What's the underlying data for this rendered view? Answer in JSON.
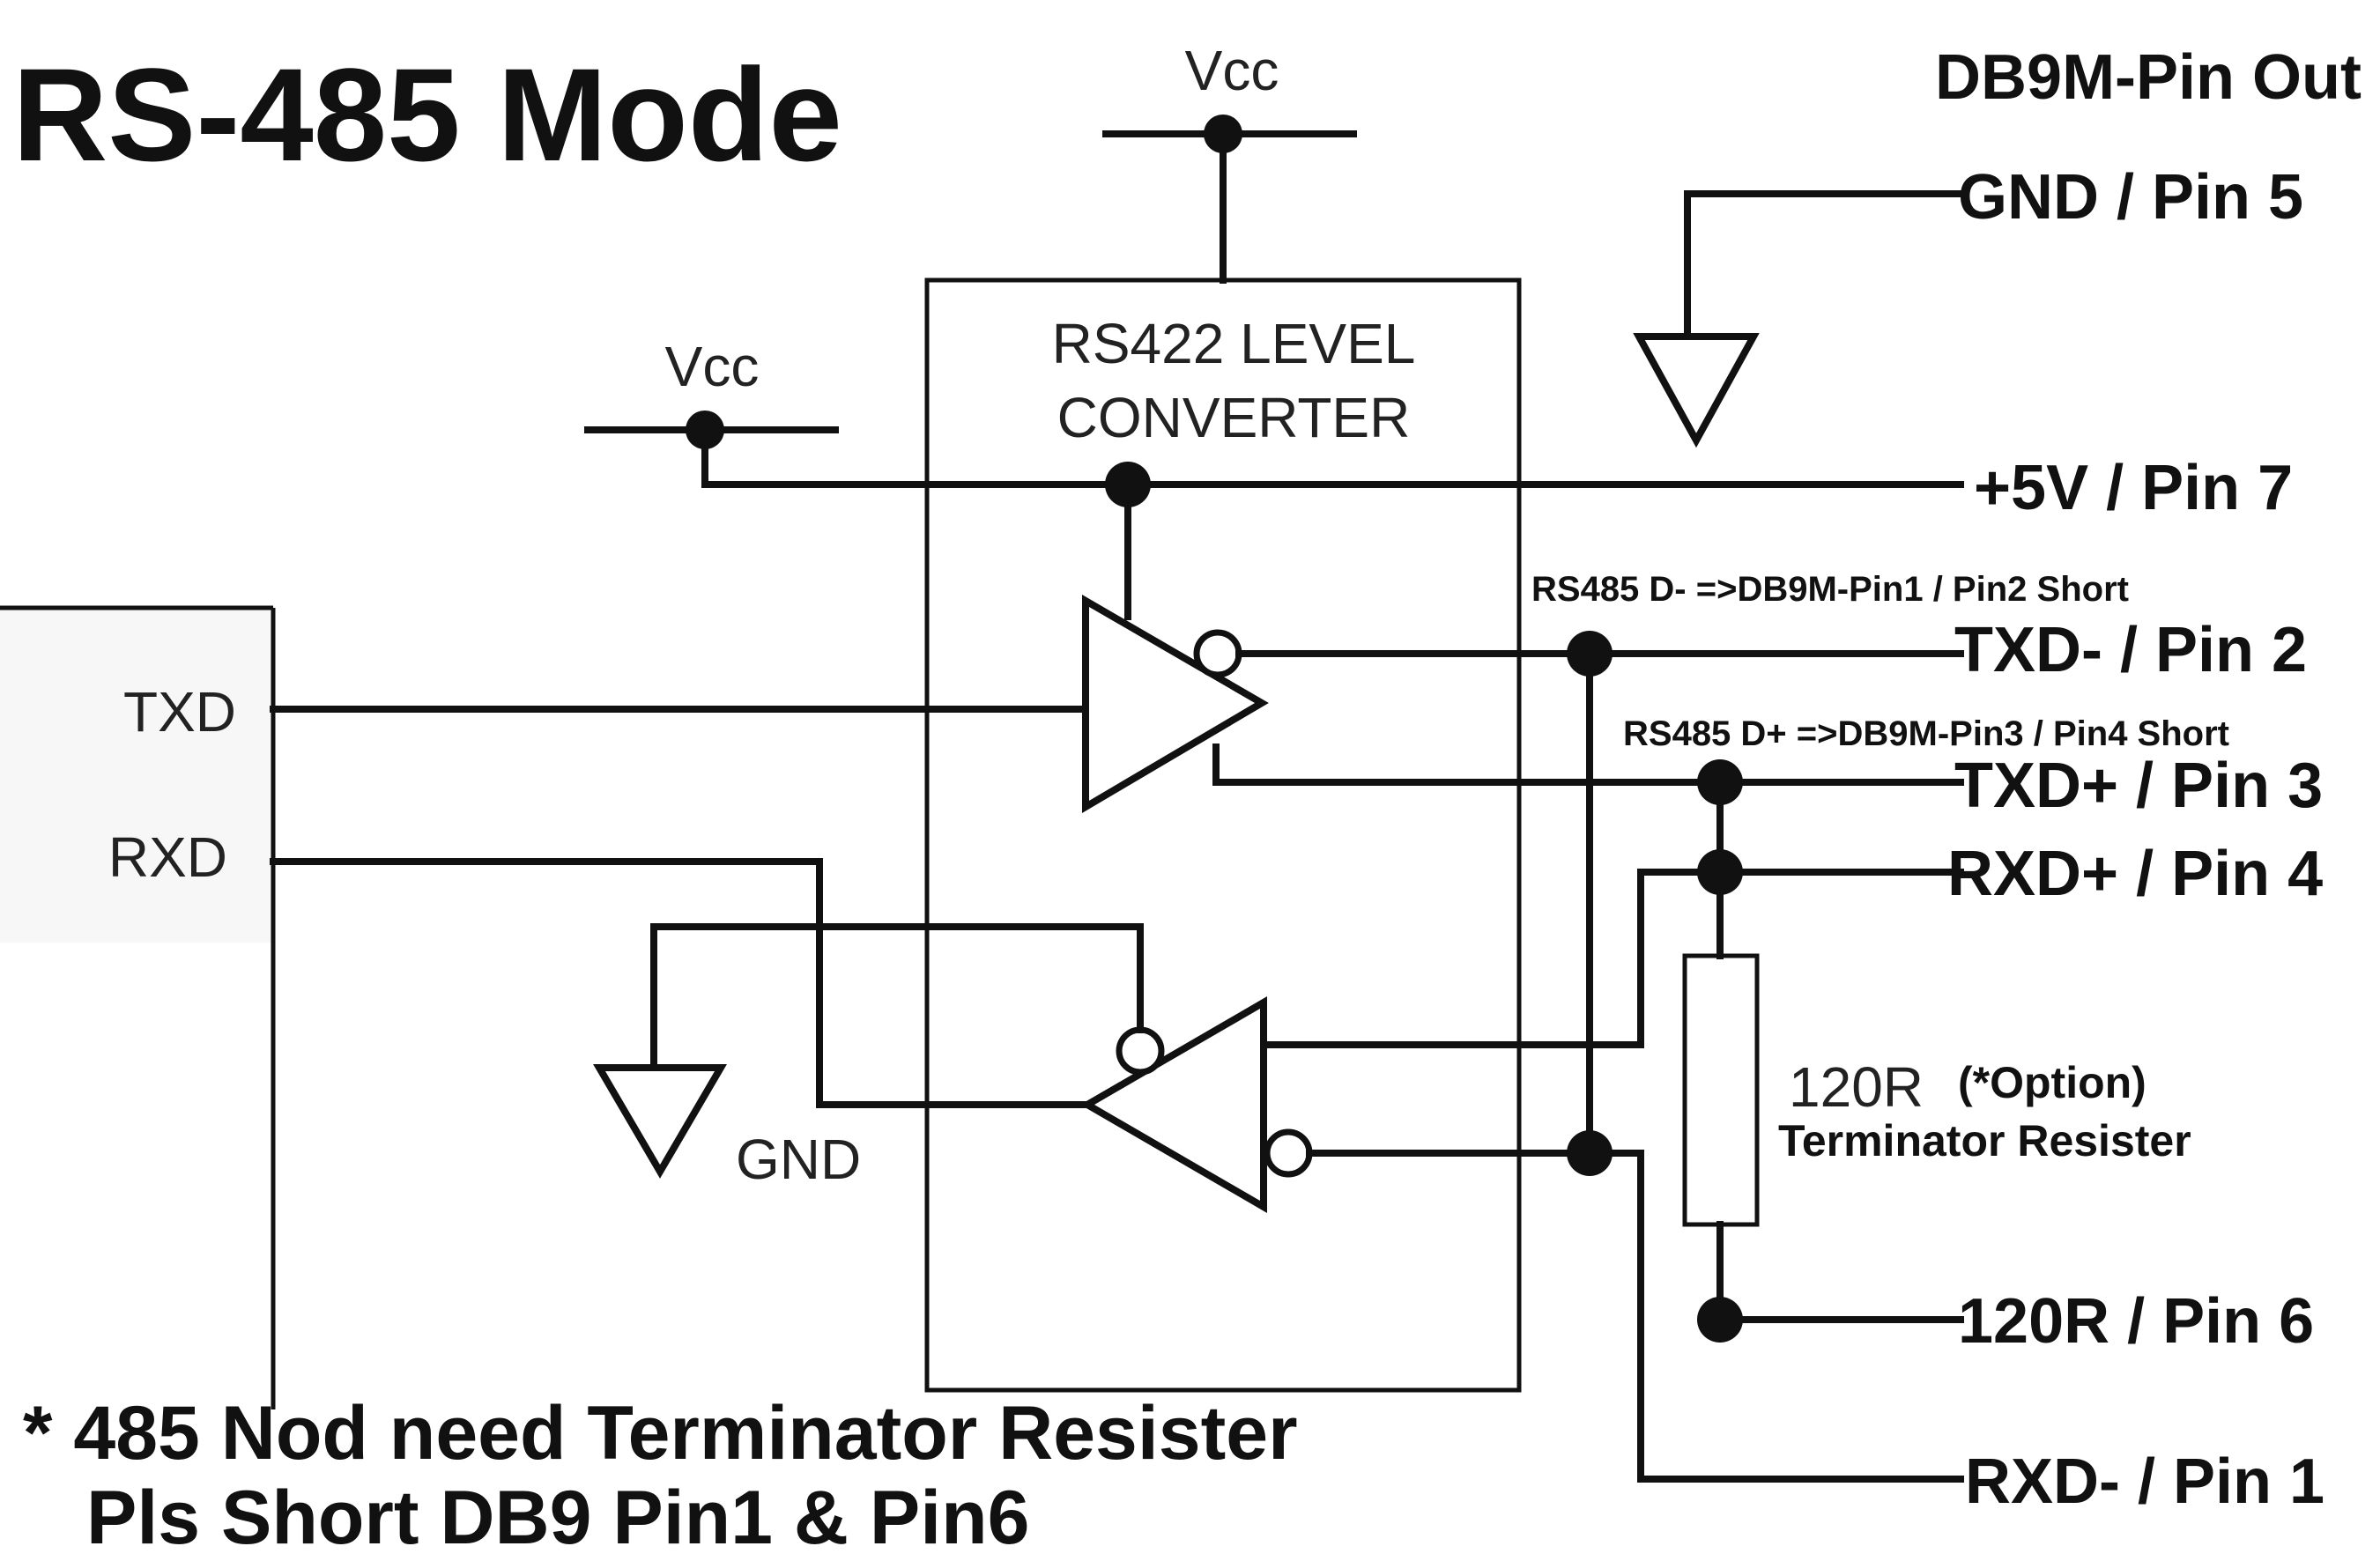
{
  "title": "RS-485 Mode",
  "pinout_heading": "DB9M-Pin Out",
  "vcc_top": "Vcc",
  "vcc_left": "Vcc",
  "converter": {
    "line1": "RS422 LEVEL",
    "line2": "CONVERTER"
  },
  "uart": {
    "txd": "TXD",
    "rxd": "RXD"
  },
  "gnd_label": "GND",
  "pins": {
    "gnd": "GND / Pin 5",
    "vcc": "+5V / Pin 7",
    "txd_minus": "TXD- / Pin 2",
    "txd_plus": "TXD+ / Pin 3",
    "rxd_plus": "RXD+ / Pin 4",
    "r120": "120R / Pin 6",
    "rxd_minus": "RXD- / Pin 1"
  },
  "notes": {
    "d_minus": "RS485 D- =>DB9M-Pin1 / Pin2 Short",
    "d_plus": "RS485 D+ =>DB9M-Pin3 / Pin4 Short"
  },
  "resistor": {
    "value": "120R",
    "option": "(*Option)",
    "desc": "Terminator Resister"
  },
  "footnote": {
    "line1": "* 485 Nod need Terminator Resister",
    "line2": "Pls Short DB9 Pin1 & Pin6"
  }
}
